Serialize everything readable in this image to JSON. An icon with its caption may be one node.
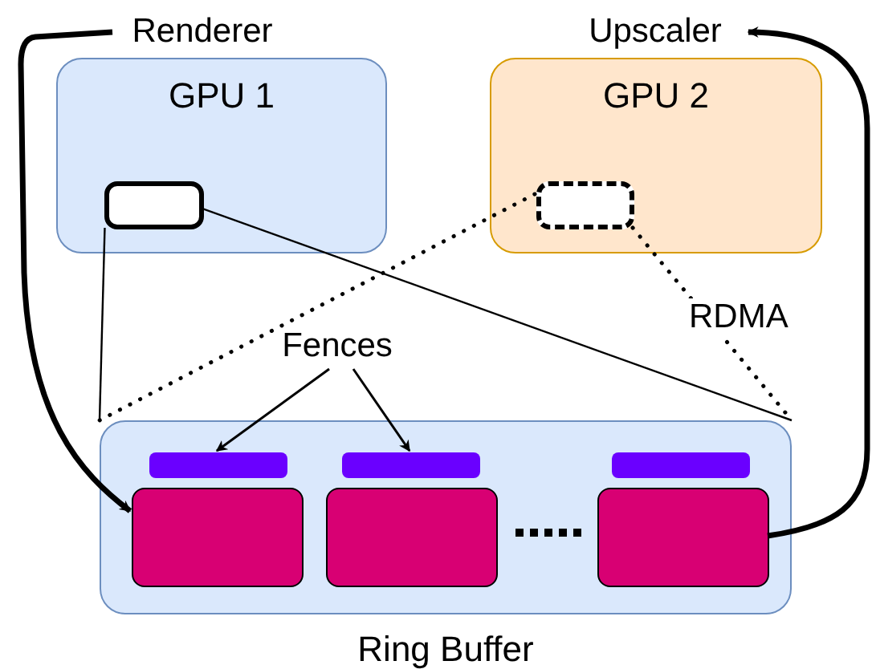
{
  "diagram": {
    "nodes": [
      {
        "text": [
          "Renderer"
        ]
      },
      {
        "text": [
          "Upscaler"
        ]
      },
      {
        "text": [
          "GPU 1"
        ]
      },
      {
        "text": [],
        "shape": "box",
        "in": 2
      },
      {
        "text": [
          "GPU 2"
        ]
      },
      {
        "text": [],
        "shape": "box",
        "in": 4
      },
      {
        "text": [
          "Ring Buffer"
        ]
      },
      {
        "text": [
          "Fences"
        ]
      },
      {
        "text": [],
        "shape": "bar",
        "in": 6
      },
      {
        "text": [],
        "shape": "bar",
        "in": 6
      },
      {
        "text": [],
        "shape": "bar",
        "in": 6
      },
      {
        "text": [],
        "shape": "box",
        "in": 6
      },
      {
        "text": [],
        "shape": "box",
        "in": 6
      },
      {
        "text": [],
        "shape": "box",
        "in": 6
      }
    ],
    "edges": [
      {
        "from": 0,
        "to": 11,
        "arrow": "to",
        "style": "thick"
      },
      {
        "from": 13,
        "to": 1,
        "arrow": "to",
        "style": "thick"
      },
      {
        "from": 7,
        "to": 8,
        "arrow": "to"
      },
      {
        "from": 7,
        "to": 9,
        "arrow": "to"
      },
      {
        "from": 3,
        "to": 6,
        "arrow": "none"
      },
      {
        "from": 3,
        "to": 6,
        "arrow": "none"
      },
      {
        "from": 5,
        "to": 6,
        "arrow": "none",
        "style": "dashed"
      },
      {
        "from": 5,
        "to": 6,
        "arrow": "none",
        "style": "dashed",
        "label": "RDMA"
      }
    ]
  }
}
